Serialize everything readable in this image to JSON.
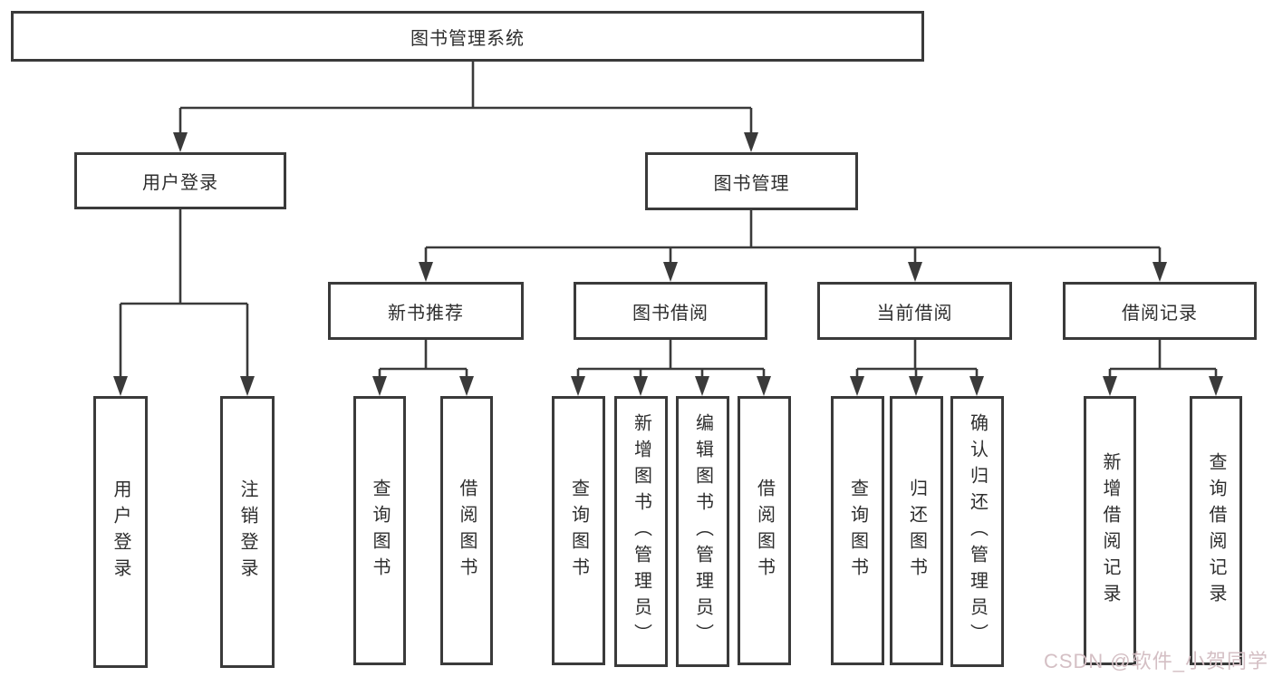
{
  "nodes": {
    "root": "图书管理系统",
    "level2": {
      "user_login": "用户登录",
      "book_management": "图书管理"
    },
    "level3": {
      "new_book_recommend": "新书推荐",
      "book_borrow": "图书借阅",
      "current_borrow": "当前借阅",
      "borrow_records": "借阅记录"
    },
    "leaves": {
      "user_login_login": "用户登录",
      "user_login_logout": "注销登录",
      "recommend_query_books": "查询图书",
      "recommend_borrow_books": "借阅图书",
      "borrow_query_books": "查询图书",
      "borrow_add_books": "新增图书（管理员）",
      "borrow_edit_books": "编辑图书（管理员）",
      "borrow_borrow_books": "借阅图书",
      "current_query_books": "查询图书",
      "current_return_books": "归还图书",
      "current_confirm_return": "确认归还（管理员）",
      "records_add_record": "新增借阅记录",
      "records_query_record": "查询借阅记录"
    }
  },
  "watermark": "CSDN @软件_小贺同学",
  "colors": {
    "line": "#3a3a3a",
    "text": "#2e2e2e",
    "watermark": "#d4bfc4",
    "background": "#ffffff"
  }
}
